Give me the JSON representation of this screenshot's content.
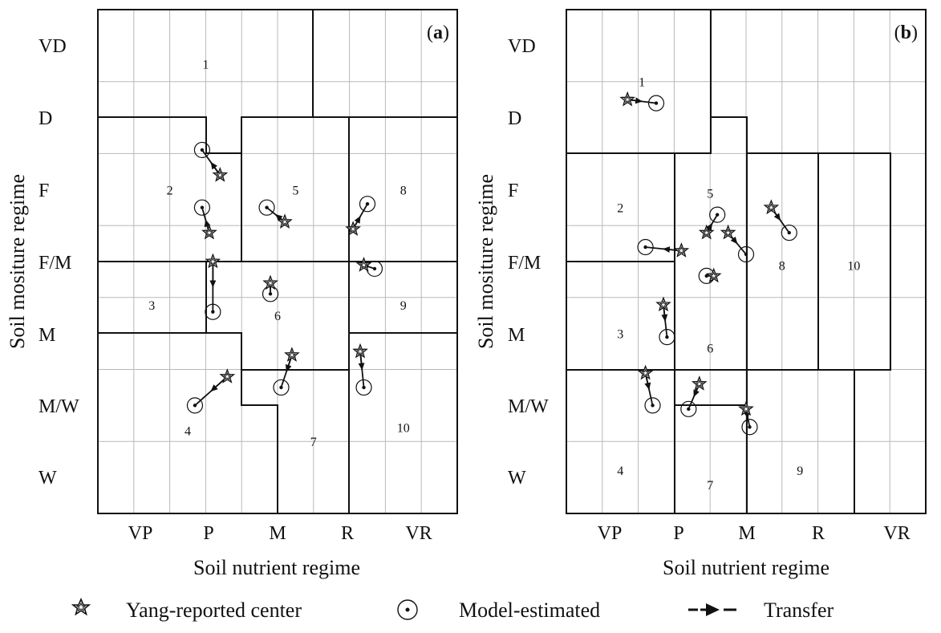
{
  "colors": {
    "ink": "#111111",
    "grid": "#b8b8b8",
    "background": "#ffffff"
  },
  "y_axis_title": "Soil mositure regime",
  "x_axis_title": "Soil nutrient regime",
  "y_ticks": [
    "VD",
    "D",
    "F",
    "F/M",
    "M",
    "M/W",
    "W"
  ],
  "x_ticks": [
    "VP",
    "P",
    "M",
    "R",
    "VR"
  ],
  "legend": {
    "star": {
      "icon": "star-icon",
      "label": "Yang-reported center"
    },
    "circle": {
      "icon": "circle-dot-icon",
      "label": "Model-estimated"
    },
    "transfer": {
      "icon": "dashed-arrow-icon",
      "label": "Transfer"
    }
  },
  "panels": [
    {
      "tag_open": "(",
      "tag_letter": "a",
      "tag_close": ")",
      "zones": [
        {
          "label": "1",
          "x": 1.5,
          "y": 0.75
        },
        {
          "label": "2",
          "x": 1.0,
          "y": 2.5
        },
        {
          "label": "3",
          "x": 0.75,
          "y": 4.1
        },
        {
          "label": "4",
          "x": 1.25,
          "y": 5.85
        },
        {
          "label": "5",
          "x": 2.75,
          "y": 2.5
        },
        {
          "label": "6",
          "x": 2.5,
          "y": 4.25
        },
        {
          "label": "7",
          "x": 3.0,
          "y": 6.0
        },
        {
          "label": "8",
          "x": 4.25,
          "y": 2.5
        },
        {
          "label": "9",
          "x": 4.25,
          "y": 4.1
        },
        {
          "label": "10",
          "x": 4.25,
          "y": 5.8
        }
      ],
      "transfers": [
        {
          "from": [
            1.7,
            2.3
          ],
          "to": [
            1.45,
            1.95
          ]
        },
        {
          "from": [
            1.55,
            3.1
          ],
          "to": [
            1.45,
            2.75
          ]
        },
        {
          "from": [
            1.6,
            3.5
          ],
          "to": [
            1.6,
            4.2
          ]
        },
        {
          "from": [
            1.8,
            5.1
          ],
          "to": [
            1.35,
            5.5
          ]
        },
        {
          "from": [
            2.6,
            2.95
          ],
          "to": [
            2.35,
            2.75
          ]
        },
        {
          "from": [
            2.4,
            3.8
          ],
          "to": [
            2.4,
            3.95
          ]
        },
        {
          "from": [
            2.7,
            4.8
          ],
          "to": [
            2.55,
            5.25
          ]
        },
        {
          "from": [
            3.55,
            3.05
          ],
          "to": [
            3.75,
            2.7
          ]
        },
        {
          "from": [
            3.7,
            3.55
          ],
          "to": [
            3.85,
            3.6
          ]
        },
        {
          "from": [
            3.65,
            4.75
          ],
          "to": [
            3.7,
            5.25
          ]
        }
      ]
    },
    {
      "tag_open": "(",
      "tag_letter": "b",
      "tag_close": ")",
      "zones": [
        {
          "label": "1",
          "x": 1.05,
          "y": 1.0
        },
        {
          "label": "2",
          "x": 0.75,
          "y": 2.75
        },
        {
          "label": "3",
          "x": 0.75,
          "y": 4.5
        },
        {
          "label": "4",
          "x": 0.75,
          "y": 6.4
        },
        {
          "label": "5",
          "x": 2.0,
          "y": 2.55
        },
        {
          "label": "6",
          "x": 2.0,
          "y": 4.7
        },
        {
          "label": "7",
          "x": 2.0,
          "y": 6.6
        },
        {
          "label": "8",
          "x": 3.0,
          "y": 3.55
        },
        {
          "label": "9",
          "x": 3.25,
          "y": 6.4
        },
        {
          "label": "10",
          "x": 4.0,
          "y": 3.55
        }
      ],
      "transfers": [
        {
          "from": [
            0.85,
            1.25
          ],
          "to": [
            1.25,
            1.3
          ]
        },
        {
          "from": [
            1.6,
            3.35
          ],
          "to": [
            1.1,
            3.3
          ]
        },
        {
          "from": [
            1.35,
            4.1
          ],
          "to": [
            1.4,
            4.55
          ]
        },
        {
          "from": [
            1.1,
            5.05
          ],
          "to": [
            1.2,
            5.5
          ]
        },
        {
          "from": [
            1.85,
            5.2
          ],
          "to": [
            1.7,
            5.55
          ]
        },
        {
          "from": [
            2.05,
            3.7
          ],
          "to": [
            1.95,
            3.7
          ]
        },
        {
          "from": [
            1.95,
            3.1
          ],
          "to": [
            2.1,
            2.85
          ]
        },
        {
          "from": [
            2.25,
            3.1
          ],
          "to": [
            2.5,
            3.4
          ]
        },
        {
          "from": [
            2.5,
            5.55
          ],
          "to": [
            2.55,
            5.8
          ]
        },
        {
          "from": [
            2.85,
            2.75
          ],
          "to": [
            3.1,
            3.1
          ]
        }
      ]
    }
  ]
}
